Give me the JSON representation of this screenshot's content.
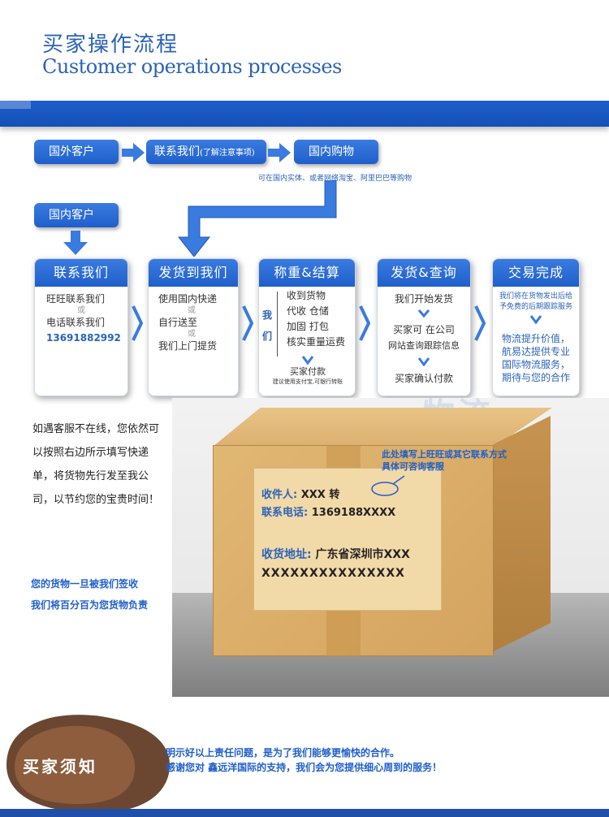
{
  "header": {
    "title_cn": "买家操作流程",
    "title_en": "Customer operations processes"
  },
  "top_flow": {
    "foreign_customer": "国外客户",
    "contact_us": "联系我们",
    "contact_note": "(了解注意事项)",
    "domestic_shopping": "国内购物",
    "shopping_note": "可在国内实体、或者网络淘宝、阿里巴巴等购物",
    "domestic_customer": "国内客户"
  },
  "steps": [
    {
      "title": "联系我们",
      "lines": [
        "旺旺联系我们",
        "或",
        "电话联系我们",
        "13691882992"
      ]
    },
    {
      "title": "发货到我们",
      "lines": [
        "使用国内快递",
        "或",
        "自行送至",
        "或",
        "我们上门提货"
      ]
    },
    {
      "title": "称重&结算",
      "side": "我们",
      "lines": [
        "收到货物",
        "代收  仓储",
        "加固  打包",
        "核实重量运费"
      ],
      "footer": "买家付款",
      "footnote": "建议使用支付宝,可银行转账"
    },
    {
      "title": "发货&查询",
      "lines": [
        "我们开始发货",
        "买家可  在公司",
        "网站查询跟踪信息",
        "买家确认付款"
      ]
    },
    {
      "title": "交易完成",
      "lines": [
        "我们将在货物发出后给",
        "予免费的后期跟踪服务",
        "物流提升价值，",
        "航易达提供专业",
        "国际物流服务，",
        "期待与您的合作"
      ]
    }
  ],
  "side_note": "如遇客服不在线，您依然可以按照右边所示填写快递单，将货物先行发至我公司，以节约您的宝贵时间！",
  "side_promise_1": "您的货物一旦被我们签收",
  "side_promise_2": "我们将百分百为您货物负责",
  "label": {
    "hint_1": "此处填写上旺旺或其它联系方式",
    "hint_2": "具体可咨询客服",
    "recipient_key": "收件人:",
    "recipient_val": "XXX  转",
    "phone_key": "联系电话:",
    "phone_val": "1369188XXXX",
    "address_key": "收货地址:",
    "address_val": "广东省深圳市XXX",
    "address_line2": "XXXXXXXXXXXXXXX"
  },
  "watermark": "物流",
  "footer": {
    "badge": "买家须知",
    "line_1": "明示好以上责任问题，是为了我们能够更愉快的合作。",
    "line_2": "感谢您对 鑫远洋国际的支持，我们会为您提供细心周到的服务！"
  },
  "colors": {
    "brand_blue": "#1f5fcb",
    "badge_brown": "#6b4731"
  }
}
